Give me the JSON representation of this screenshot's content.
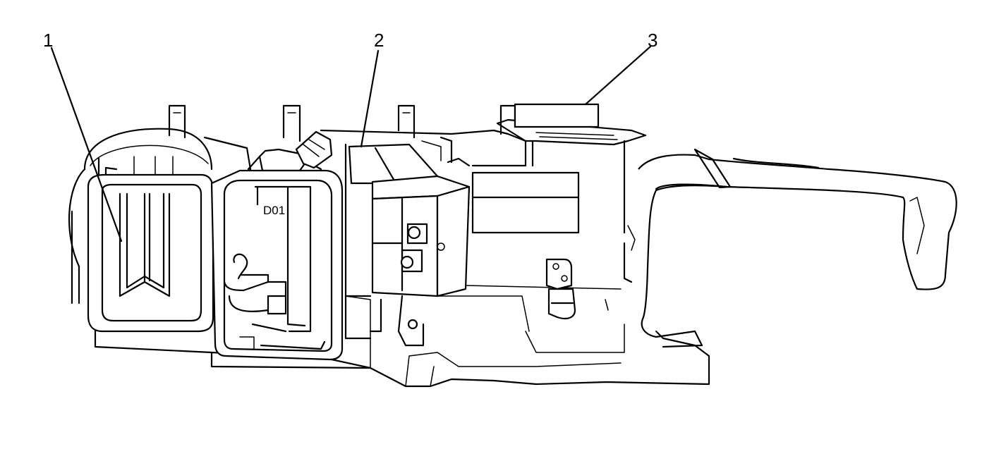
{
  "callouts": [
    {
      "number": "1"
    },
    {
      "number": "2"
    },
    {
      "number": "3"
    }
  ],
  "part_labels": {
    "d01": "D01"
  }
}
